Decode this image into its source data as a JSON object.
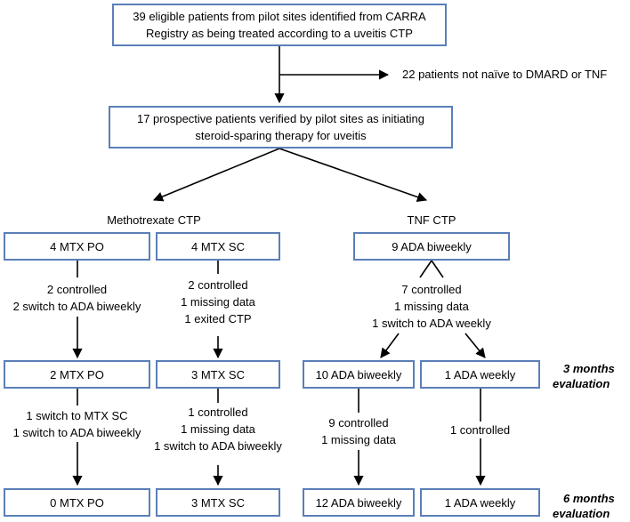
{
  "nodes": {
    "eligible": [
      "39 eligible patients from pilot sites identified from CARRA",
      "Registry as being treated according to a uveitis CTP"
    ],
    "excluded": "22 patients not naïve to DMARD or TNF",
    "prospective": [
      "17 prospective patients verified by pilot sites as initiating",
      "steroid-sparing therapy for uveitis"
    ],
    "mtx_ctp": "Methotrexate CTP",
    "tnf_ctp": "TNF CTP",
    "baseline": {
      "mtx_po": "4 MTX PO",
      "mtx_sc": "4 MTX SC",
      "ada": "9 ADA biweekly"
    },
    "outcome1": {
      "mtx_po": [
        "2 controlled",
        "2 switch to ADA biweekly"
      ],
      "mtx_sc": [
        "2 controlled",
        "1 missing data",
        "1 exited CTP"
      ],
      "ada": [
        "7 controlled",
        "1 missing data",
        "1 switch to ADA weekly"
      ]
    },
    "month3": {
      "mtx_po": "2 MTX PO",
      "mtx_sc": "3 MTX SC",
      "ada_biweekly": "10 ADA biweekly",
      "ada_weekly": "1 ADA weekly"
    },
    "outcome2": {
      "mtx_po": [
        "1 switch to MTX SC",
        "1 switch to ADA biweekly"
      ],
      "mtx_sc": [
        "1 controlled",
        "1 missing data",
        "1 switch to ADA biweekly"
      ],
      "ada_biweekly": [
        "9 controlled",
        "1 missing data"
      ],
      "ada_weekly": [
        "1 controlled"
      ]
    },
    "month6": {
      "mtx_po": "0 MTX PO",
      "mtx_sc": "3 MTX SC",
      "ada_biweekly": "12 ADA biweekly",
      "ada_weekly": "1 ADA weekly"
    }
  },
  "evaluations": {
    "m3": [
      "3 months",
      "evaluation"
    ],
    "m6": [
      "6 months",
      "evaluation"
    ]
  },
  "colors": {
    "box_border": "#5b7fb8",
    "arrow": "#000000"
  }
}
